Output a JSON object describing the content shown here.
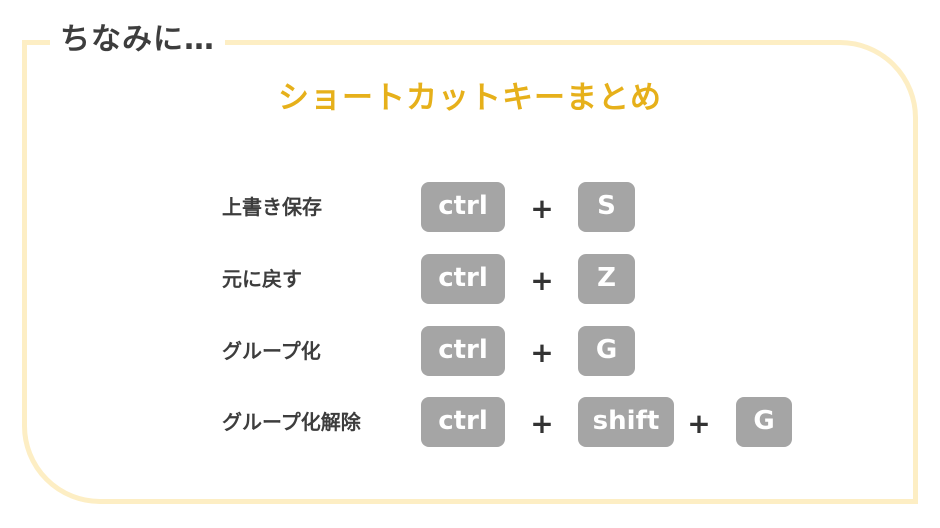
{
  "frame": {
    "label": "ちなみに…",
    "border_color": "#fdeec4"
  },
  "title": "ショートカットキーまとめ",
  "title_color": "#e6b01a",
  "key_color": "#a5a5a5",
  "shortcuts": [
    {
      "label": "上書き保存",
      "keys": [
        "ctrl",
        "S"
      ],
      "separator": "+"
    },
    {
      "label": "元に戻す",
      "keys": [
        "ctrl",
        "Z"
      ],
      "separator": "+"
    },
    {
      "label": "グループ化",
      "keys": [
        "ctrl",
        "G"
      ],
      "separator": "+"
    },
    {
      "label": "グループ化解除",
      "keys": [
        "ctrl",
        "shift",
        "G"
      ],
      "separator": "+"
    }
  ]
}
